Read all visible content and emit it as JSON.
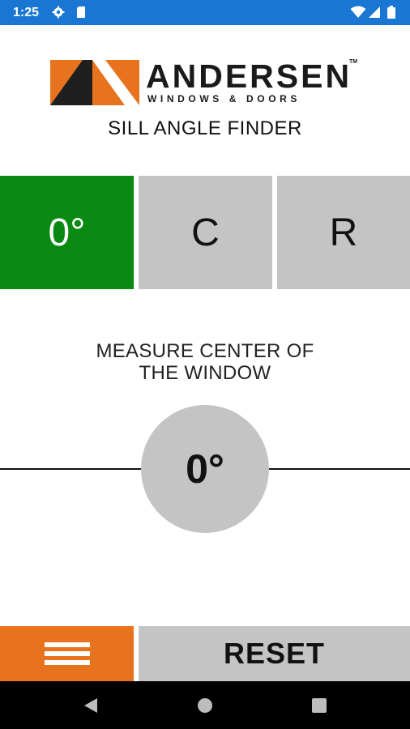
{
  "status_bar": {
    "time": "1:25",
    "icons": [
      "gear-icon",
      "sd-card-icon",
      "wifi-icon",
      "signal-icon",
      "battery-icon"
    ]
  },
  "logo": {
    "word": "ANDERSEN",
    "trademark": "TM",
    "sub": "WINDOWS & DOORS"
  },
  "title": "SILL ANGLE FINDER",
  "tabs": [
    {
      "label": "0°",
      "active": true
    },
    {
      "label": "C",
      "active": false
    },
    {
      "label": "R",
      "active": false
    }
  ],
  "instruction": {
    "line1": "MEASURE CENTER OF",
    "line2": "THE WINDOW"
  },
  "bubble_reading": "0°",
  "bottom": {
    "menu_icon": "hamburger-menu-icon",
    "reset_label": "RESET"
  },
  "nav": {
    "icons": [
      "back-icon",
      "home-icon",
      "recents-icon"
    ]
  },
  "colors": {
    "status_bar": "#1976d2",
    "active_tab": "#0a8a12",
    "inactive": "#c4c4c4",
    "brand_orange": "#e8731e"
  }
}
